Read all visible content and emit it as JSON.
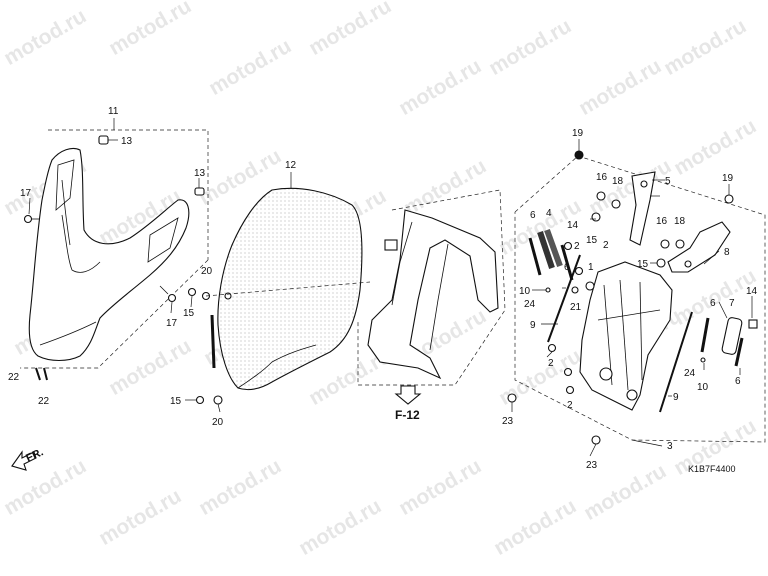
{
  "watermark": "motod.ru",
  "diagram_code": "K1B7F4400",
  "reference_label": "F-12",
  "direction_label": "FR.",
  "callouts": {
    "c11": "11",
    "c13a": "13",
    "c13b": "13",
    "c17a": "17",
    "c17b": "17",
    "c22a": "22",
    "c22b": "22",
    "c20a": "20",
    "c20b": "20",
    "c15a": "15",
    "c15b": "15",
    "c12": "12",
    "c19a": "19",
    "c19b": "19",
    "c16a": "16",
    "c16b": "16",
    "c18a": "18",
    "c18b": "18",
    "c5": "5",
    "c15c": "15",
    "c15d": "15",
    "c6a": "6",
    "c6b": "6",
    "c6c": "6",
    "c6d": "6",
    "c4": "4",
    "c14a": "14",
    "c14b": "14",
    "c2a": "2",
    "c2b": "2",
    "c2c": "2",
    "c2d": "2",
    "c1": "1",
    "c10a": "10",
    "c10b": "10",
    "c24a": "24",
    "c24b": "24",
    "c21": "21",
    "c9a": "9",
    "c9b": "9",
    "c8": "8",
    "c7": "7",
    "c23a": "23",
    "c23b": "23",
    "c3": "3"
  }
}
